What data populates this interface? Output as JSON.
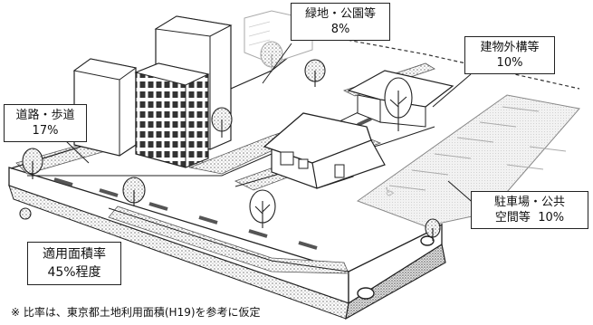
{
  "labels": {
    "green": {
      "name": "緑地・公園等",
      "pct": "8%"
    },
    "building": {
      "name": "建物外構等",
      "pct": "10%"
    },
    "road": {
      "name": "道路・歩道",
      "pct": "17%"
    },
    "parking": {
      "name": "駐車場・公共",
      "name2": "空間等",
      "pct": "10%"
    },
    "applied": {
      "name": "適用面積率",
      "pct": "45%程度"
    }
  },
  "note": "※ 比率は、東京都土地利用面積(H19)を参考に仮定",
  "icons": [
    "tree-icon",
    "building-icon",
    "house-icon",
    "parking-icon"
  ],
  "colors": {
    "line": "#222222",
    "road": "#ffffff",
    "stipple": "#bdbdbd",
    "dashes": "#555555"
  }
}
